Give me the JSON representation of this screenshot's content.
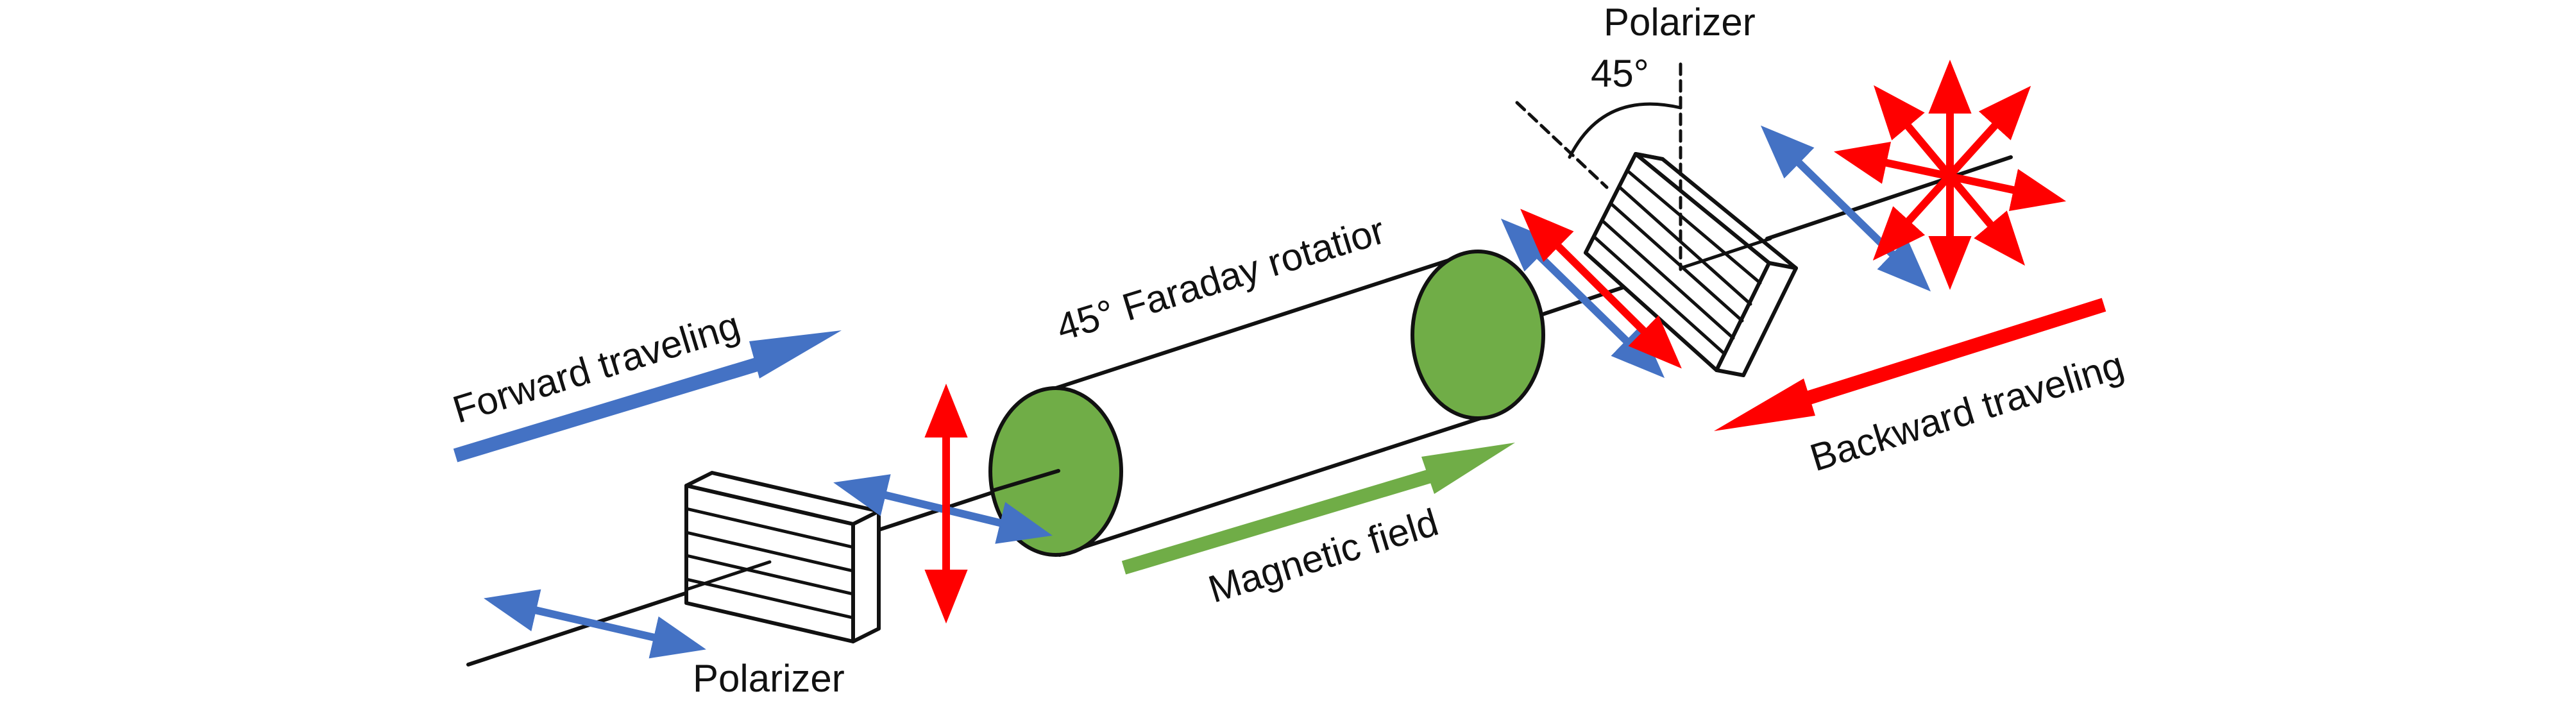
{
  "labels": {
    "forward": "Forward traveling",
    "backward": "Backward traveling",
    "rotator": "45° Faraday rotatior",
    "magnetic": "Magnetic field",
    "polarizer_left": "Polarizer",
    "polarizer_right": "Polarizer",
    "angle": "45°"
  },
  "colors": {
    "blue": "#4472C4",
    "red": "#FF0000",
    "green": "#70AD47",
    "line": "#111111"
  }
}
